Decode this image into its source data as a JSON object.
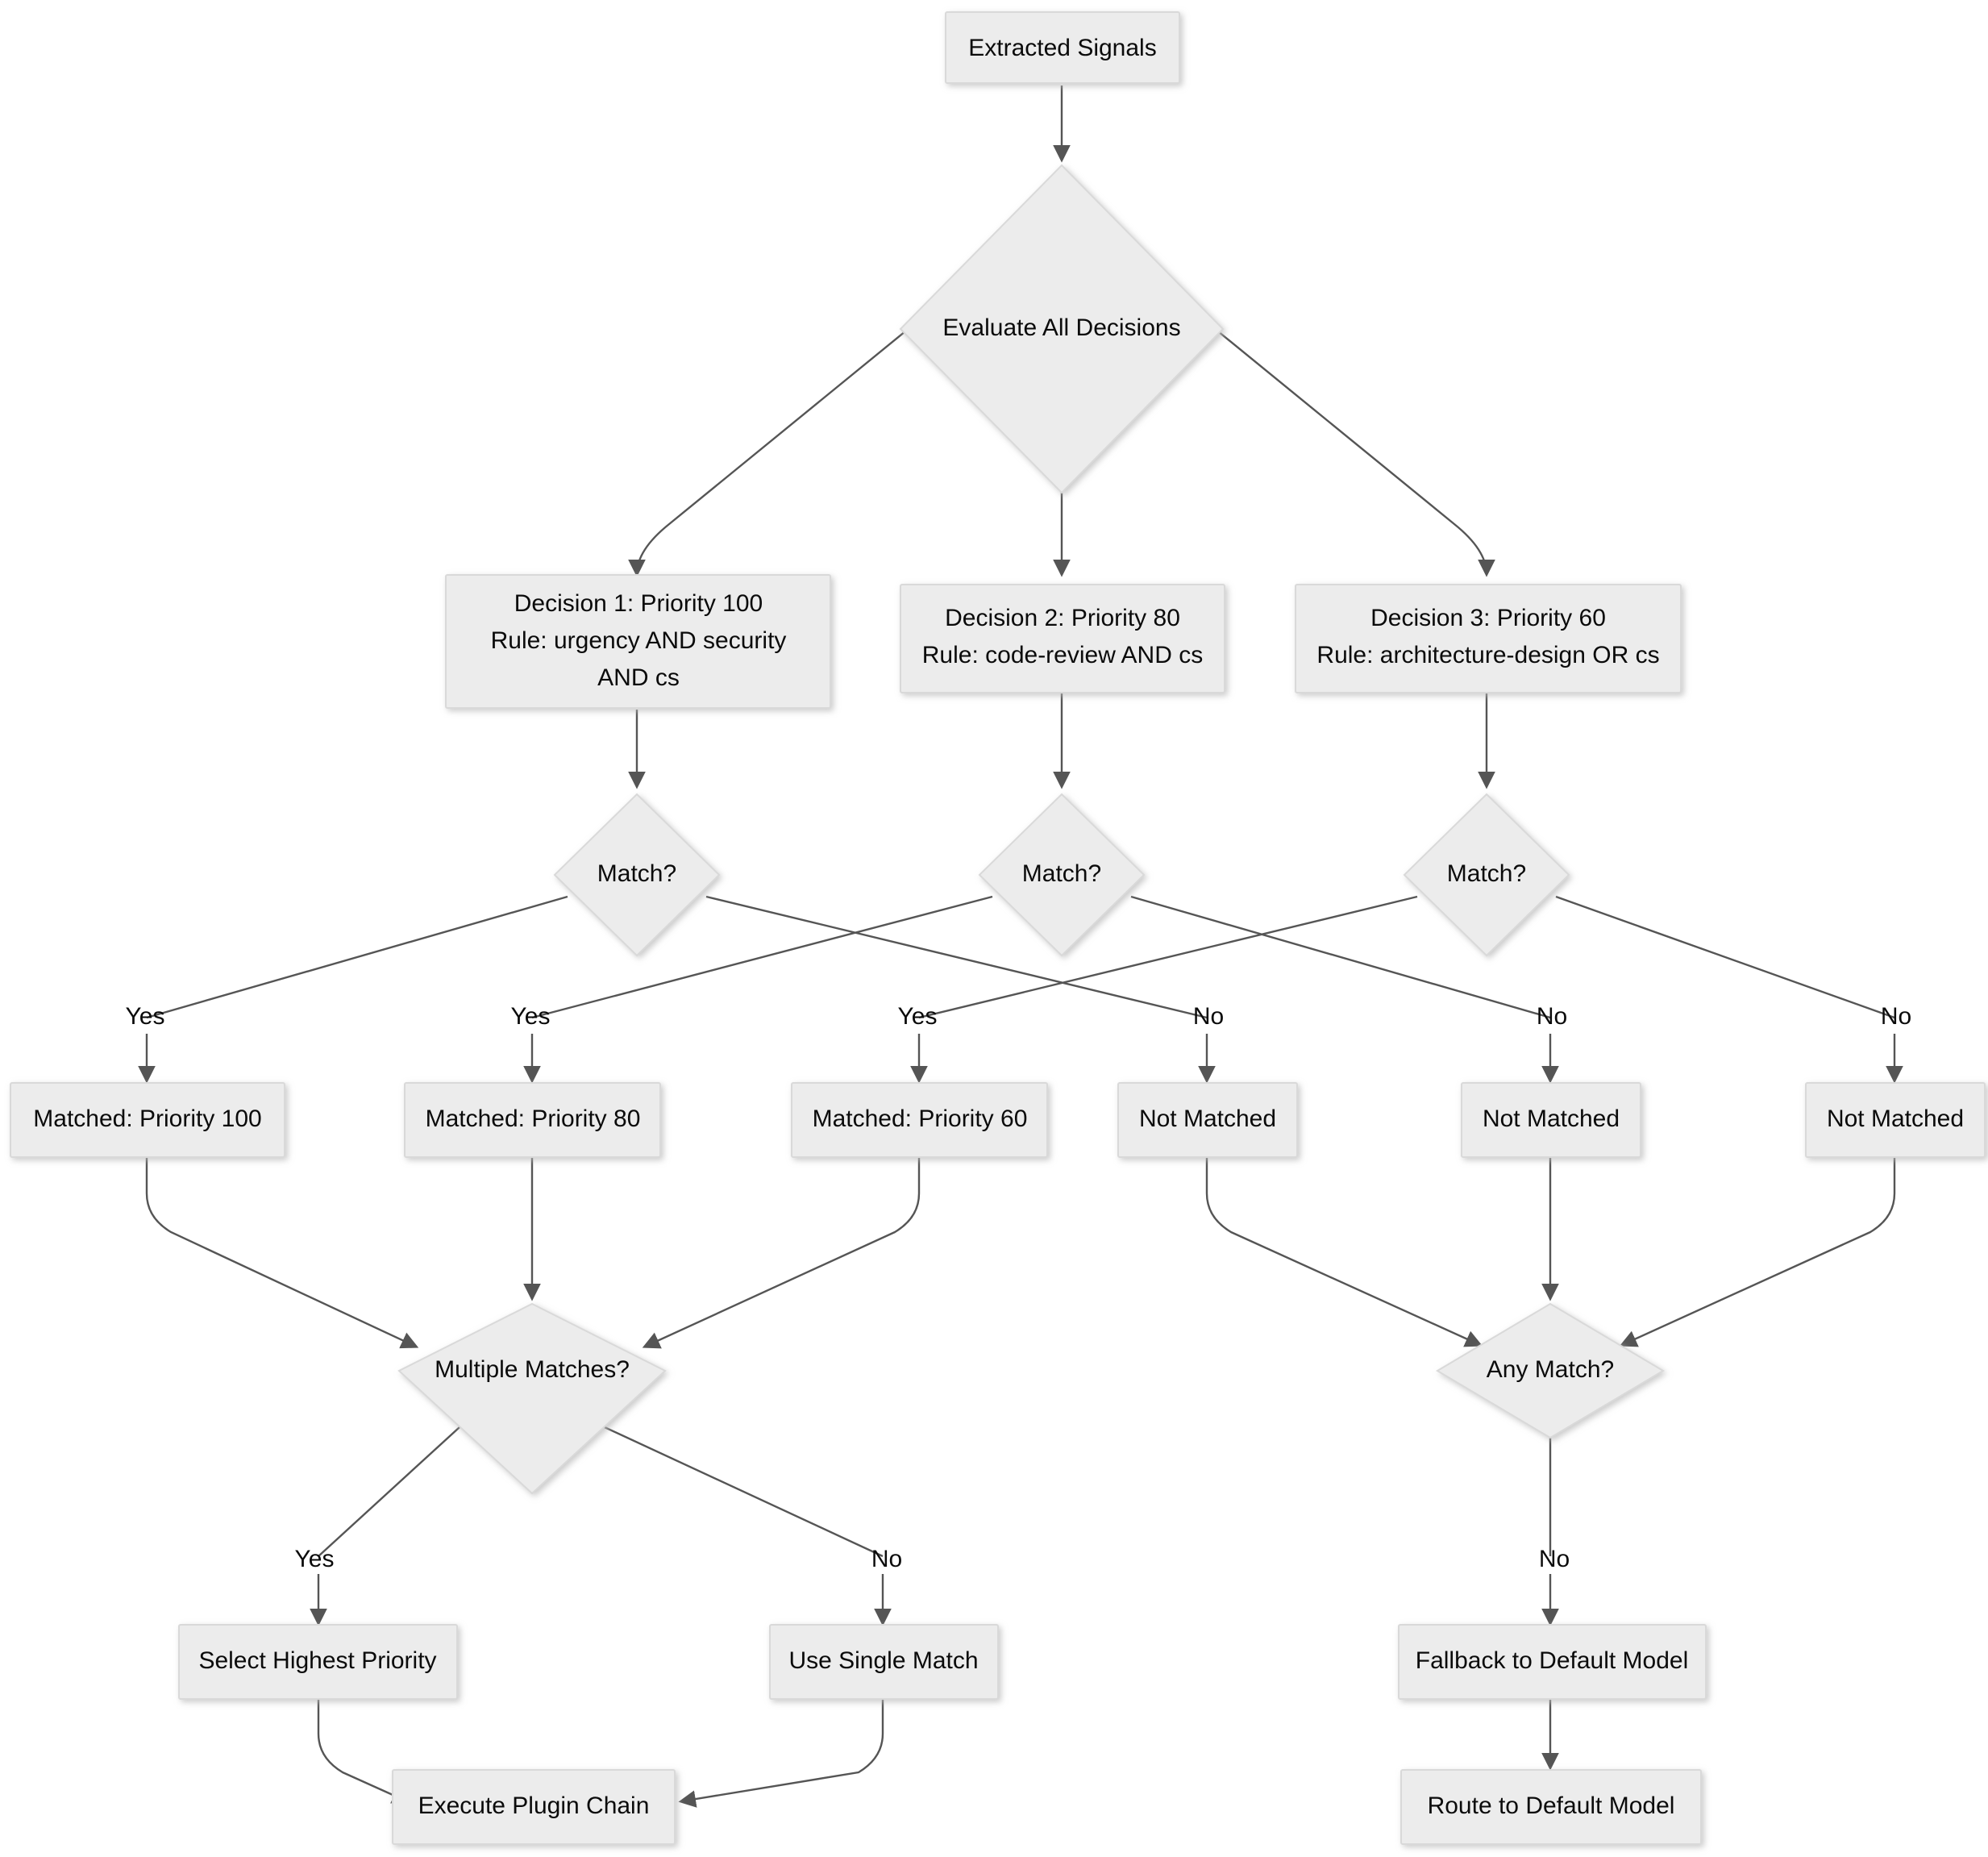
{
  "diagram": {
    "type": "flowchart",
    "title": "Decision Routing Flowchart",
    "orientation": "top-down",
    "colors": {
      "node_fill": "#ececec",
      "node_stroke": "#d9d9d9",
      "edge_stroke": "#555555",
      "text": "#0b0b0b",
      "background": "#ffffff"
    },
    "nodes": {
      "extracted_signals": {
        "label": "Extracted Signals",
        "shape": "rect"
      },
      "evaluate_all": {
        "label": "Evaluate All Decisions",
        "shape": "diamond"
      },
      "decision1_line1": {
        "label": "Decision 1: Priority 100"
      },
      "decision1_line2": {
        "label": "Rule: urgency AND security"
      },
      "decision1_line3": {
        "label": "AND cs"
      },
      "decision2_line1": {
        "label": "Decision 2: Priority 80"
      },
      "decision2_line2": {
        "label": "Rule: code-review AND cs"
      },
      "decision3_line1": {
        "label": "Decision 3: Priority 60"
      },
      "decision3_line2": {
        "label": "Rule: architecture-design OR cs"
      },
      "match1": {
        "label": "Match?",
        "shape": "diamond"
      },
      "match2": {
        "label": "Match?",
        "shape": "diamond"
      },
      "match3": {
        "label": "Match?",
        "shape": "diamond"
      },
      "matched100": {
        "label": "Matched: Priority 100",
        "shape": "rect"
      },
      "matched80": {
        "label": "Matched: Priority 80",
        "shape": "rect"
      },
      "matched60": {
        "label": "Matched: Priority 60",
        "shape": "rect"
      },
      "not_matched1": {
        "label": "Not Matched",
        "shape": "rect"
      },
      "not_matched2": {
        "label": "Not Matched",
        "shape": "rect"
      },
      "not_matched3": {
        "label": "Not Matched",
        "shape": "rect"
      },
      "multiple_matches": {
        "label": "Multiple Matches?",
        "shape": "diamond"
      },
      "any_match": {
        "label": "Any Match?",
        "shape": "diamond"
      },
      "select_highest": {
        "label": "Select Highest Priority",
        "shape": "rect"
      },
      "use_single": {
        "label": "Use Single Match",
        "shape": "rect"
      },
      "fallback_default": {
        "label": "Fallback to Default Model",
        "shape": "rect"
      },
      "execute_plugin": {
        "label": "Execute Plugin Chain",
        "shape": "rect"
      },
      "route_default": {
        "label": "Route to Default Model",
        "shape": "rect"
      }
    },
    "edge_labels": {
      "yes1": "Yes",
      "yes2": "Yes",
      "yes3": "Yes",
      "no1": "No",
      "no2": "No",
      "no3": "No",
      "multi_yes": "Yes",
      "multi_no": "No",
      "any_no": "No"
    }
  }
}
